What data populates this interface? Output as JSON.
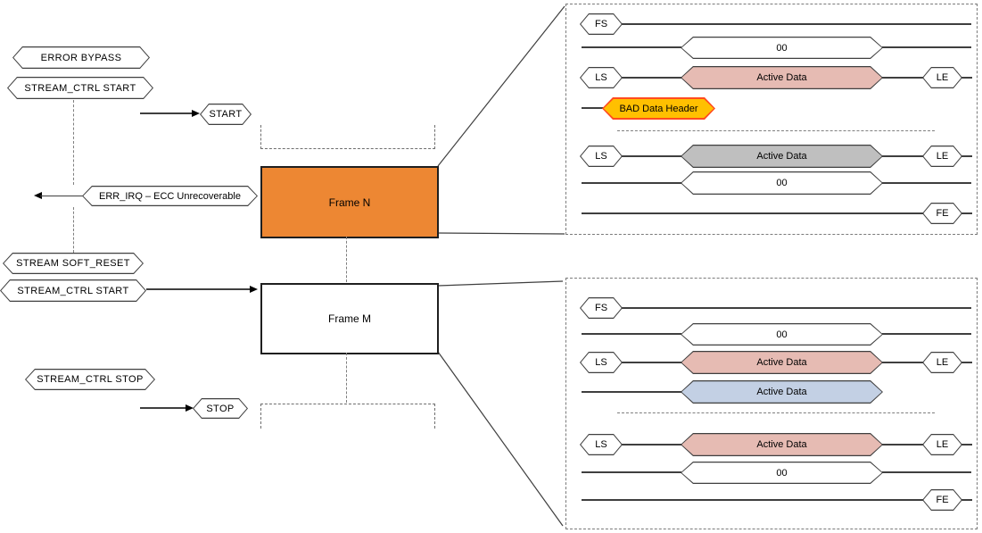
{
  "colors": {
    "frame_n_fill": "#ED8733",
    "active_data_pink": "#E6BBB3",
    "active_data_gray": "#BFBFBF",
    "active_data_blue": "#C3D0E4",
    "bad_header_fill": "#FFC000",
    "bad_header_border": "#FF4B1F"
  },
  "signals": {
    "error_bypass": "ERROR BYPASS",
    "stream_ctrl_start": "STREAM_CTRL START",
    "start": "START",
    "err_irq": "ERR_IRQ – ECC Unrecoverable",
    "stream_soft_reset": "STREAM SOFT_RESET",
    "stream_ctrl_start2": "STREAM_CTRL START",
    "stream_ctrl_stop": "STREAM_CTRL STOP",
    "stop": "STOP"
  },
  "frames": {
    "frame_n": "Frame N",
    "frame_m": "Frame M"
  },
  "panel_top": {
    "fs": "FS",
    "zeros1": "00",
    "ls1": "LS",
    "active1": "Active Data",
    "le1": "LE",
    "bad": "BAD Data Header",
    "ls2": "LS",
    "active2": "Active Data",
    "le2": "LE",
    "zeros2": "00",
    "fe": "FE"
  },
  "panel_bottom": {
    "fs": "FS",
    "zeros1": "00",
    "ls1": "LS",
    "active1": "Active Data",
    "le1": "LE",
    "active2": "Active Data",
    "ls2": "LS",
    "active3": "Active Data",
    "le2": "LE",
    "zeros2": "00",
    "fe": "FE"
  }
}
